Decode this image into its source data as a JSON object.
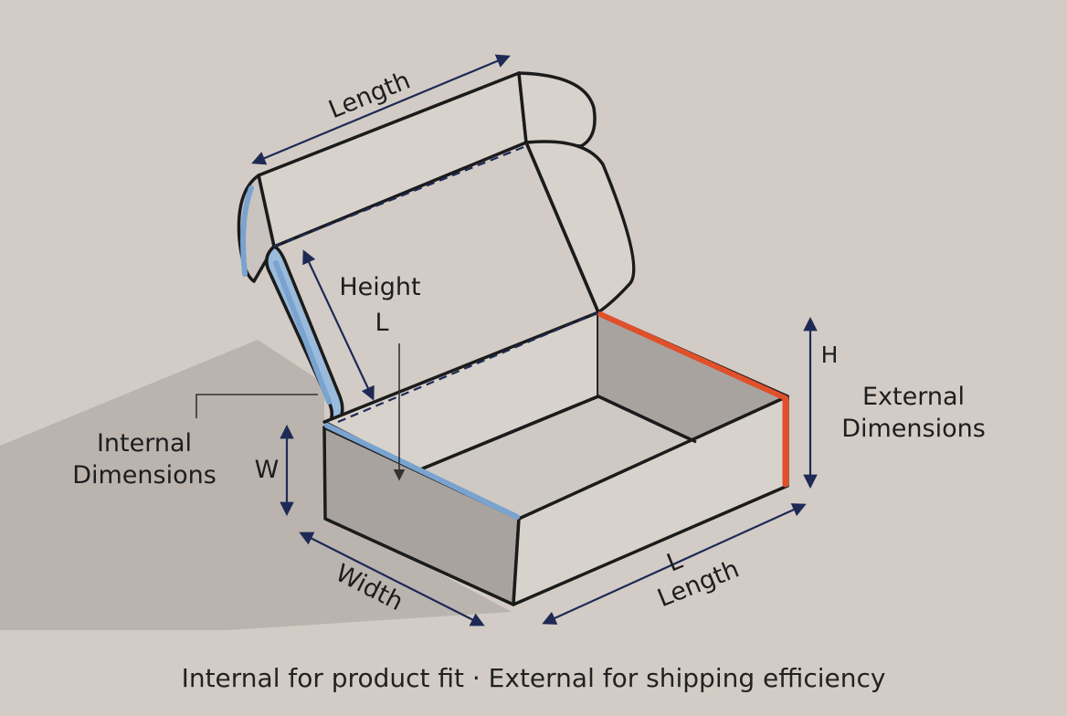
{
  "labels": {
    "length_top": "Length",
    "height": "Height",
    "height_letter": "L",
    "internal_line1": "Internal",
    "internal_line2": "Dimensions",
    "w_letter": "W",
    "width": "Width",
    "length_bottom_letter": "L",
    "length_bottom": "Length",
    "h_letter": "H",
    "external_line1": "External",
    "external_line2": "Dimensions"
  },
  "caption": "Internal for product fit · External for shipping efficiency",
  "colors": {
    "background": "#d3ccc6",
    "outline": "#1b1b1b",
    "dimension_arrow": "#1e2a55",
    "internal_edge": "#7aa3cf",
    "external_edge": "#e0502a",
    "box_side": "#a9a3a0",
    "box_light": "#d8d2cc",
    "shadow": "#b3aca6"
  }
}
